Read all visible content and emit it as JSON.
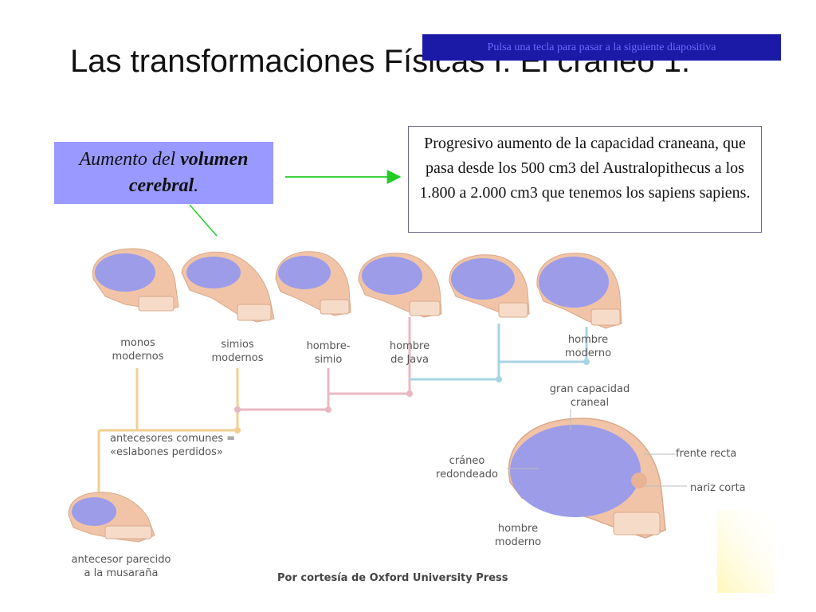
{
  "slide": {
    "title": "Las transformaciones Físicas I: El cráneo 1.",
    "banner": "Pulsa una tecla para pasar a la siguiente diapositiva",
    "volume_box": {
      "part1": "Aumento del ",
      "bold1": "volumen",
      "bold2": "cerebral",
      "part2": "."
    },
    "description": "Progresivo aumento de la capacidad craneana,  que pasa desde los 500 cm3 del Australopithecus  a los 1.800 a 2.000 cm3 que tenemos los sapiens sapiens."
  },
  "labels": {
    "monos": "monos\nmodernos",
    "simios": "simios\nmodernos",
    "hombre_simio": "hombre-\nsimio",
    "hombre_java": "hombre\nde Java",
    "hombre_moderno_top": "hombre\nmoderno",
    "gran_capacidad": "gran capacidad\ncraneal",
    "antecesores": "antecesores comunes =\n«eslabones perdidos»",
    "frente": "frente recta",
    "craneo": "cráneo\nredondeado",
    "nariz": "nariz corta",
    "hombre_moderno_bottom": "hombre\nmoderno",
    "antecesor_musarana": "antecesor parecido\na la musaraña"
  },
  "credit": "Por cortesía de Oxford University Press",
  "colors": {
    "volume_box": "#9999ff",
    "banner": "#1a1aa6",
    "arrow": "#22cc22",
    "skull_bone": "#f1c4a8",
    "skull_brain": "#9c9ce8",
    "line_orange": "#f2cf8f",
    "line_pink": "#e8b8c2",
    "line_blue": "#a8d4e4"
  }
}
